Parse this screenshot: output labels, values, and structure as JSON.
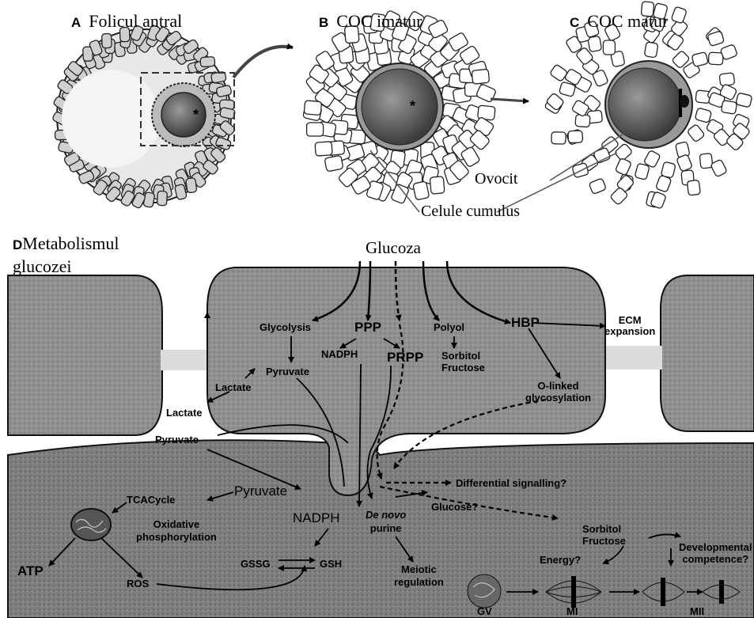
{
  "panels": {
    "a": {
      "letter": "A",
      "title": "Folicul antral"
    },
    "b": {
      "letter": "B",
      "title": "COC imatur"
    },
    "c": {
      "letter": "C",
      "title": "COC matur"
    },
    "d": {
      "letter": "D",
      "title_line1": "Metabolismul",
      "title_line2": "glucozei"
    }
  },
  "top_labels": {
    "ovocit": "Ovocit",
    "cumulus": "Celule cumulus"
  },
  "glucose_label": "Glucoza",
  "cumulus_cell": {
    "glycolysis": "Glycolysis",
    "ppp": "PPP",
    "polyol": "Polyol",
    "hbp": "HBP",
    "nadph": "NADPH",
    "prpp": "PRPP",
    "sorbitol": "Sorbitol",
    "fructose": "Fructose",
    "pyruvate": "Pyruvate",
    "lactate_inner": "Lactate",
    "lactate_outer": "Lactate",
    "pyruvate_outer": "Pyruvate",
    "ecm_line1": "ECM",
    "ecm_line2": "expansion",
    "olinked_line1": "O-linked",
    "olinked_line2": "glycosylation"
  },
  "oocyte": {
    "pyruvate": "Pyruvate",
    "tca": "TCACycle",
    "oxphos_line1": "Oxidative",
    "oxphos_line2": "phosphorylation",
    "atp": "ATP",
    "ros": "ROS",
    "nadph": "NADPH",
    "gssg": "GSSG",
    "gsh": "GSH",
    "denovo": "De novo",
    "purine": "purine",
    "meiotic_line1": "Meiotic",
    "meiotic_line2": "regulation",
    "diff_signalling": "Differential signalling?",
    "glucose_q": "Glucose?",
    "sorbitol": "Sorbitol",
    "fructose": "Fructose",
    "energy_q": "Energy?",
    "dev_line1": "Developmental",
    "dev_line2": "competence?",
    "gv": "GV",
    "mi": "MI",
    "mii": "MII"
  }
}
